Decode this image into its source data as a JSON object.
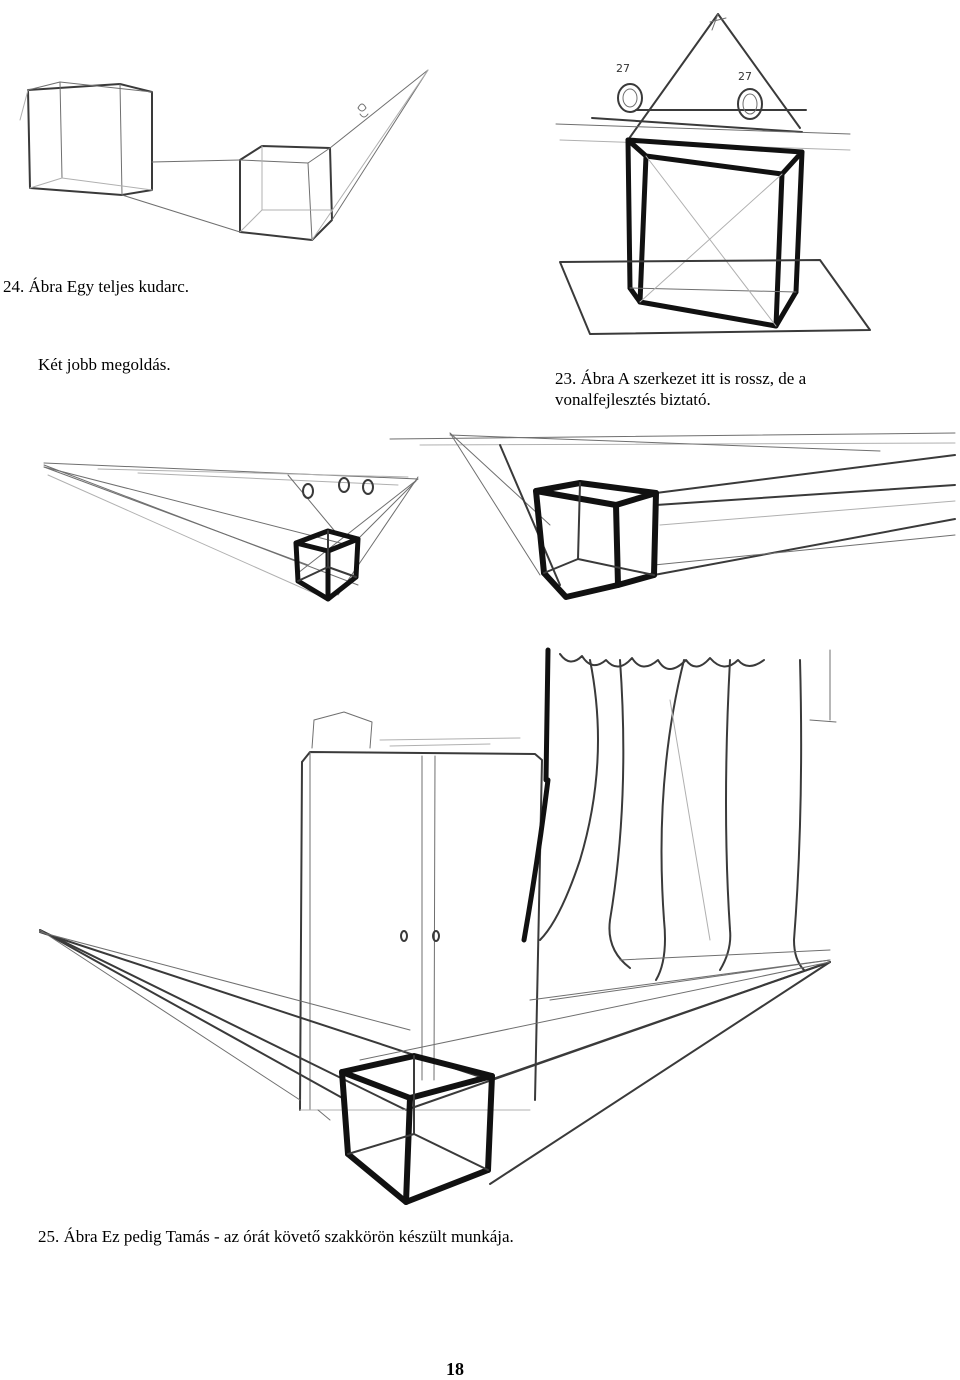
{
  "captions": {
    "fig24": "24. Ábra Egy teljes kudarc.",
    "two_better": "Két jobb megoldás.",
    "fig23_line1": "23. Ábra A szerkezet itt is rossz, de a",
    "fig23_line2": "vonalfejlesztés biztató.",
    "fig25": "25. Ábra Ez pedig Tamás - az órát követő szakkörön készült munkája."
  },
  "sketch_labels": {
    "left_ring": "27",
    "right_ring": "27"
  },
  "page_number": "18"
}
